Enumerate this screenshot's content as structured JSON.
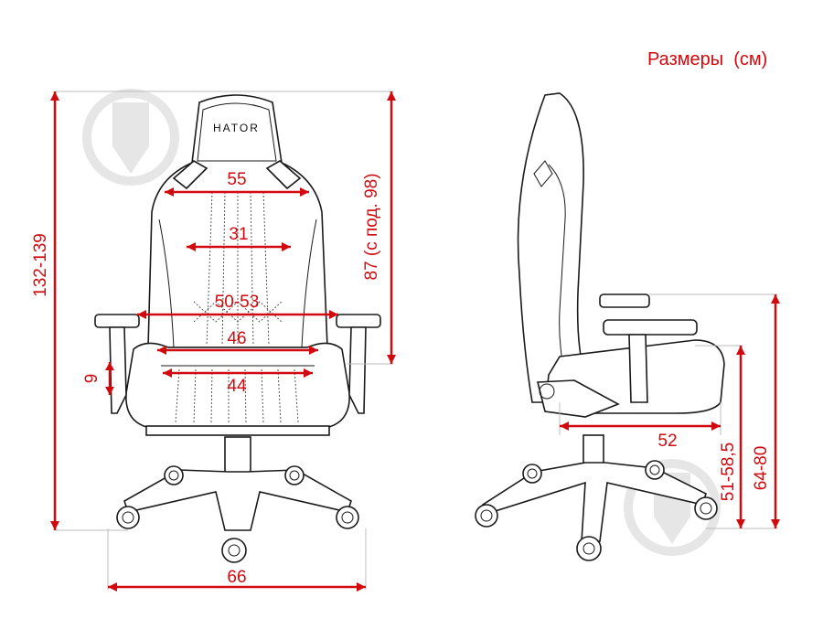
{
  "title": "Размеры  (см)",
  "brand": "HATOR",
  "front_view": {
    "dimensions": [
      {
        "id": "headrest_width",
        "label": "55"
      },
      {
        "id": "backrest_width",
        "label": "31"
      },
      {
        "id": "armrest_span",
        "label": "50-53"
      },
      {
        "id": "seat_back_width",
        "label": "46"
      },
      {
        "id": "seat_width",
        "label": "44"
      },
      {
        "id": "seat_side_height",
        "label": "9"
      },
      {
        "id": "total_height",
        "label": "132-139"
      },
      {
        "id": "backrest_height",
        "label": "87 (с под. 98)"
      },
      {
        "id": "base_width",
        "label": "66"
      }
    ]
  },
  "side_view": {
    "dimensions": [
      {
        "id": "seat_depth",
        "label": "52"
      },
      {
        "id": "seat_height",
        "label": "51-58,5"
      },
      {
        "id": "armrest_height",
        "label": "64-80"
      }
    ]
  },
  "colors": {
    "dimension": "#d10a10",
    "outline": "#1a1a1a",
    "helper": "#bcbcbc",
    "watermark": "#e6e6e6"
  }
}
